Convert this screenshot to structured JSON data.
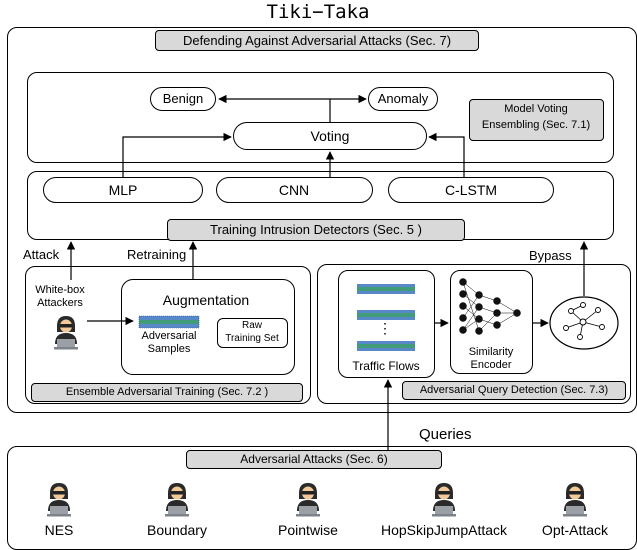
{
  "title": "Tiki−Taka",
  "defense_banner": "Defending Against Adversarial Attacks (Sec. 7)",
  "voting": {
    "benign": "Benign",
    "anomaly": "Anomaly",
    "voting": "Voting",
    "ensembling_line1": "Model Voting",
    "ensembling_line2": "Ensembling (Sec. 7.1)"
  },
  "detectors": {
    "mlp": "MLP",
    "cnn": "CNN",
    "clstm": "C-LSTM",
    "training_label": "Training Intrusion Detectors (Sec. 5 )"
  },
  "arrows": {
    "attack": "Attack",
    "retraining": "Retraining",
    "bypass": "Bypass",
    "queries": "Queries"
  },
  "ensemble_training": {
    "attackers_line1": "White-box",
    "attackers_line2": "Attackers",
    "augmentation": "Augmentation",
    "adv_samples_line1": "Adversarial",
    "adv_samples_line2": "Samples",
    "raw_line1": "Raw",
    "raw_line2": "Training Set",
    "label": "Ensemble Adversarial Training (Sec. 7.2 )"
  },
  "query_detection": {
    "traffic_flows": "Traffic Flows",
    "ellipsis": "⋮",
    "encoder_line1": "Similarity",
    "encoder_line2": "Encoder",
    "label": "Adversarial Query Detection (Sec. 7.3)"
  },
  "attacks": {
    "label": "Adversarial Attacks (Sec. 6)",
    "items": [
      "NES",
      "Boundary",
      "Pointwise",
      "HopSkipJumpAttack",
      "Opt-Attack"
    ]
  },
  "colors": {
    "label_fill": "#d9d9d9",
    "stroke": "#000000",
    "noise_blue": "#2f66b3",
    "noise_green": "#2f9a55"
  }
}
